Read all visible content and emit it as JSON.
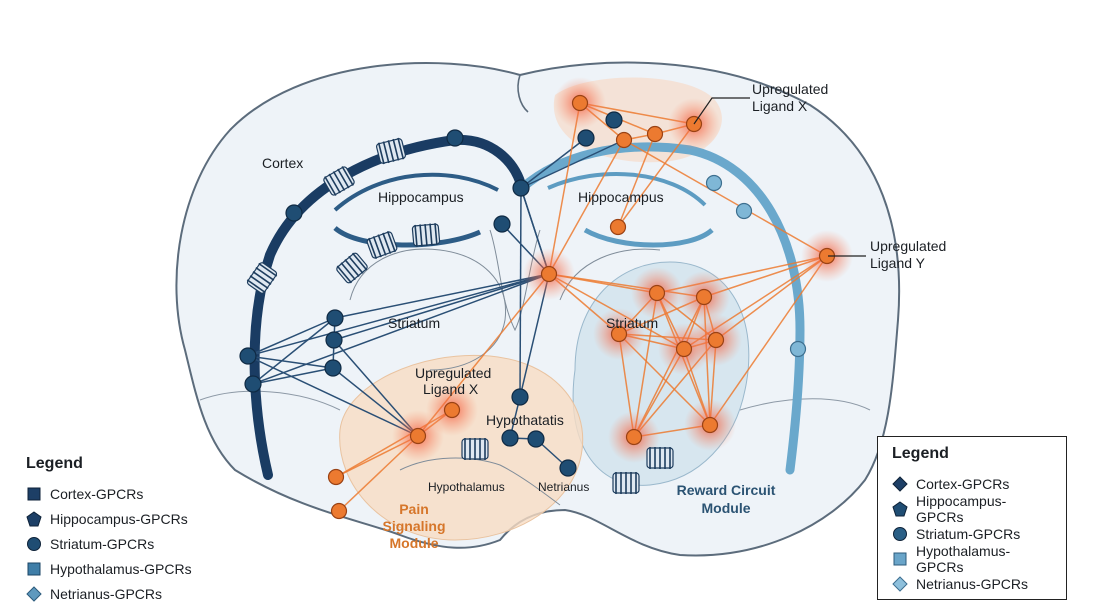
{
  "labels": {
    "cortex": "Cortex",
    "hippo_left": "Hippocampus",
    "hippo_right": "Hippocampus",
    "striatum_left": "Striatum",
    "striatum_right": "Striatum",
    "hypothatatis": "Hypothatatis",
    "hypothalamus": "Hypothalamus",
    "netrianus": "Netrianus",
    "lig_x_top_1": "Upregulated",
    "lig_x_top_2": "Ligand X",
    "lig_y_1": "Upregulated",
    "lig_y_2": "Ligand Y",
    "lig_x_mid_1": "Upregulated",
    "lig_x_mid_2": "Ligand X",
    "pain_1": "Pain",
    "pain_2": "Signaling",
    "pain_3": "Module",
    "reward_1": "Reward Circuit",
    "reward_2": "Module"
  },
  "legend_left": {
    "title": "Legend",
    "items": [
      {
        "label": "Cortex-GPCRs",
        "shape": "square",
        "color": "#1d3f66"
      },
      {
        "label": "Hippocampus-GPCRs",
        "shape": "pentagon",
        "color": "#1d3f66"
      },
      {
        "label": "Striatum-GPCRs",
        "shape": "circle",
        "color": "#1f4d73"
      },
      {
        "label": "Hypothalamus-GPCRs",
        "shape": "square",
        "color": "#3f7ea8"
      },
      {
        "label": "Netrianus-GPCRs",
        "shape": "diamond",
        "color": "#5f99be"
      }
    ]
  },
  "legend_right": {
    "title": "Legend",
    "items": [
      {
        "label": "Cortex-GPCRs",
        "shape": "diamond",
        "color": "#1d3f66"
      },
      {
        "label": "Hippocampus-GPCRs",
        "shape": "pentagon",
        "color": "#1f4d73"
      },
      {
        "label": "Striatum-GPCRs",
        "shape": "circle",
        "color": "#2a5f86"
      },
      {
        "label": "Hypothalamus-GPCRs",
        "shape": "square",
        "color": "#6aa5c9"
      },
      {
        "label": "Netrianus-GPCRs",
        "shape": "diamond",
        "color": "#8ec0dc"
      }
    ]
  },
  "colors": {
    "navy": "#1f4d73",
    "dark_tract": "#1a3c63",
    "light_tract": "#6aa8cc",
    "orange": "#ec7a30",
    "glow": "#f4563a",
    "pain_module": "#f7dcc3",
    "reward_module": "#cfe1ec",
    "reward_text": "#2b5373",
    "pain_text": "#d6762a"
  }
}
